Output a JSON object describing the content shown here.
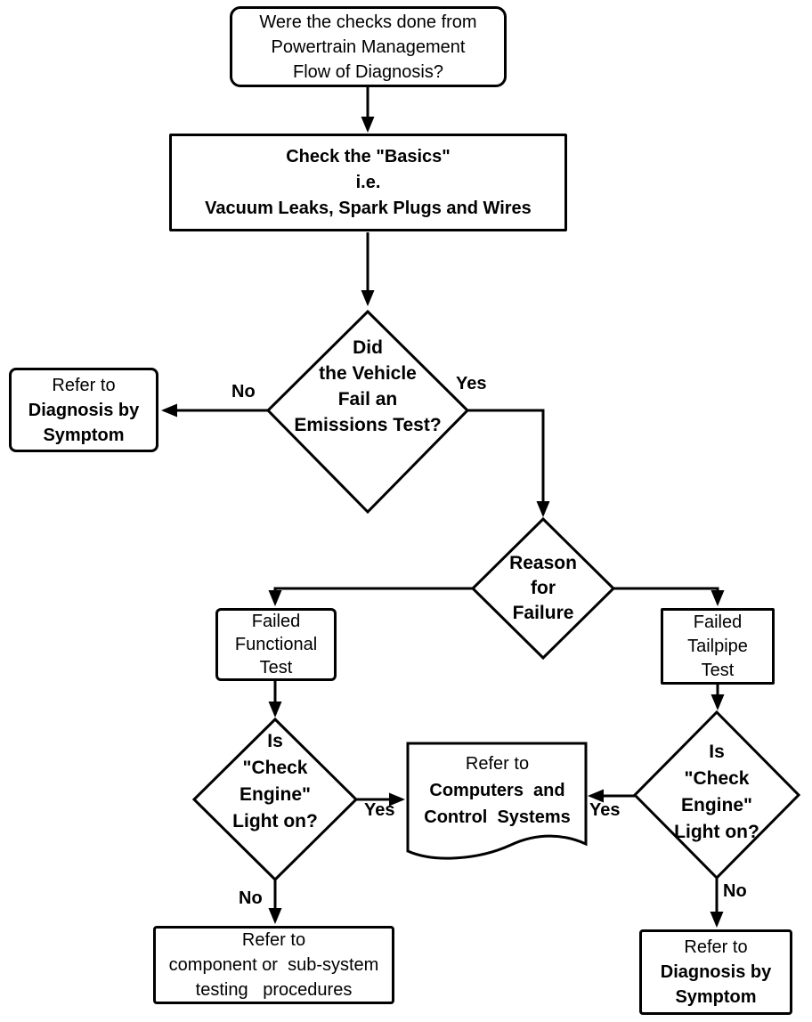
{
  "page": {
    "background_color": "#ffffff",
    "ink_color": "#000000",
    "description": "Powertrain emissions diagnosis flowchart"
  },
  "nodes": {
    "start": {
      "shape": "rounded-rectangle",
      "lines": [
        "Were the checks done from",
        "Powertrain Management",
        "Flow of Diagnosis?"
      ]
    },
    "check_basics": {
      "shape": "rectangle",
      "lines": [
        "Check the \"Basics\"",
        "i.e.",
        "Vacuum Leaks, Spark Plugs and Wires"
      ]
    },
    "emissions_test": {
      "shape": "diamond",
      "lines": [
        "Did",
        "the Vehicle",
        "Fail an",
        "Emissions Test?"
      ]
    },
    "refer_symptom_left": {
      "shape": "rectangle",
      "lines": [
        "Refer to",
        "Diagnosis by",
        "Symptom"
      ]
    },
    "reason_failure": {
      "shape": "diamond",
      "lines": [
        "Reason",
        "for",
        "Failure"
      ]
    },
    "failed_functional": {
      "shape": "rectangle",
      "lines": [
        "Failed",
        "Functional",
        "Test"
      ]
    },
    "failed_tailpipe": {
      "shape": "rectangle",
      "lines": [
        "Failed",
        "Tailpipe",
        "Test"
      ]
    },
    "check_engine_left": {
      "shape": "diamond",
      "lines": [
        "Is",
        "\"Check",
        "Engine\"",
        "Light on?"
      ]
    },
    "refer_computers": {
      "shape": "document",
      "lines": [
        "Refer to",
        "Computers  and",
        "Control  Systems"
      ]
    },
    "check_engine_right": {
      "shape": "diamond",
      "lines": [
        "Is",
        "\"Check",
        "Engine\"",
        "Light on?"
      ]
    },
    "refer_component": {
      "shape": "rectangle",
      "lines": [
        "Refer to",
        "component or  sub-system",
        "testing   procedures"
      ]
    },
    "refer_symptom_right": {
      "shape": "rectangle",
      "lines": [
        "Refer to",
        "Diagnosis by",
        "Symptom"
      ]
    }
  },
  "edge_labels": {
    "emissions_yes": "Yes",
    "emissions_no": "No",
    "engine_left_yes": "Yes",
    "engine_left_no": "No",
    "engine_right_yes": "Yes",
    "engine_right_no": "No"
  }
}
